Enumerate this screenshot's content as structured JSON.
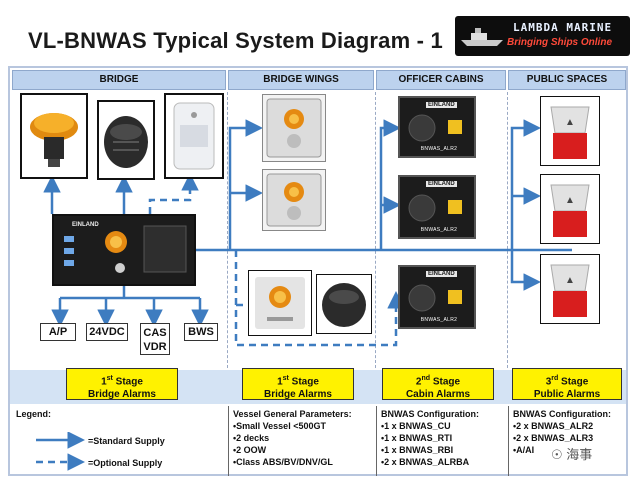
{
  "title": "VL-BNWAS Typical System Diagram - 1",
  "logo": {
    "brand": "LAMBDA MARINE",
    "tagline": "Bringing Ships Online"
  },
  "columns": [
    "BRIDGE",
    "BRIDGE WINGS",
    "OFFICER CABINS",
    "PUBLIC SPACES"
  ],
  "manufacturer": "EINLAND",
  "alr_label": "BNWAS_ALR2",
  "sub_label": "BNWAS_RTI",
  "supply_inputs": [
    "A/P",
    "24VDC",
    "CAS\nVDR",
    "BWS"
  ],
  "stages": [
    {
      "num": "1",
      "sup": "st",
      "word": "Stage",
      "label": "Bridge Alarms"
    },
    {
      "num": "1",
      "sup": "st",
      "word": "Stage",
      "label": "Bridge Alarms"
    },
    {
      "num": "2",
      "sup": "nd",
      "word": "Stage",
      "label": "Cabin Alarms"
    },
    {
      "num": "3",
      "sup": "rd",
      "word": "Stage",
      "label": "Public Alarms"
    }
  ],
  "legend": {
    "heading": "Legend:",
    "standard": "=Standard Supply",
    "optional": "=Optional Supply"
  },
  "vessel": {
    "heading": "Vessel General Parameters:",
    "items": [
      "•Small Vessel <500GT",
      "•2 decks",
      "•2 OOW",
      "•Class ABS/BV/DNV/GL"
    ]
  },
  "config1": {
    "heading": "BNWAS  Configuration:",
    "items": [
      "•1 x BNWAS_CU",
      "•1 x BNWAS_RTI",
      "•1 x BNWAS_RBI",
      "•2 x BNWAS_ALRBA"
    ]
  },
  "config2": {
    "heading": "BNWAS  Configuration:",
    "items": [
      "•2 x BNWAS_ALR2",
      "•2 x BNWAS_ALR3",
      "•A/AI"
    ]
  },
  "watermark": "海事",
  "colors": {
    "arrow": "#3e7cc0",
    "stage": "#fff200",
    "header": "#bcd2ee"
  }
}
